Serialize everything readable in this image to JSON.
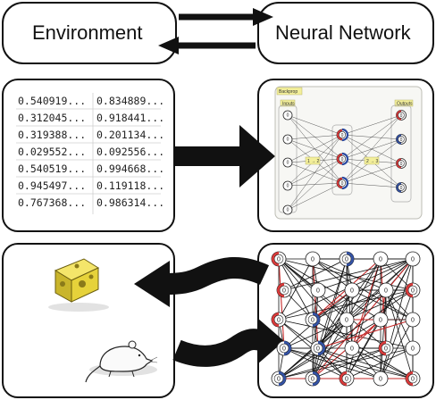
{
  "labels": {
    "environment": "Environment",
    "neural_network": "Neural Network"
  },
  "table": {
    "col1": [
      "0.540919...",
      "0.312045...",
      "0.319388...",
      "0.029552...",
      "0.540519...",
      "0.945497...",
      "0.767368..."
    ],
    "col2": [
      "0.834889...",
      "0.918441...",
      "0.201134...",
      "0.092556...",
      "0.994668...",
      "0.119118...",
      "0.986314..."
    ]
  },
  "backprop": {
    "title": "Backprop",
    "inputs_label": "Inputs",
    "outputs_label": "Outputs",
    "layer1_label": "1 → 2",
    "layer2_label": "2 → 3",
    "node_value": "0"
  },
  "network": {
    "node_value": "0"
  },
  "colors": {
    "stroke": "#111111",
    "node_red": "#d63030",
    "node_blue": "#2a4aa0",
    "tag_yellow": "#f3ef9a",
    "cheese": "#e6d23a",
    "connection_red": "#c62828"
  },
  "icons": {
    "cheese": "cheese-icon",
    "mouse": "mouse-icon"
  }
}
